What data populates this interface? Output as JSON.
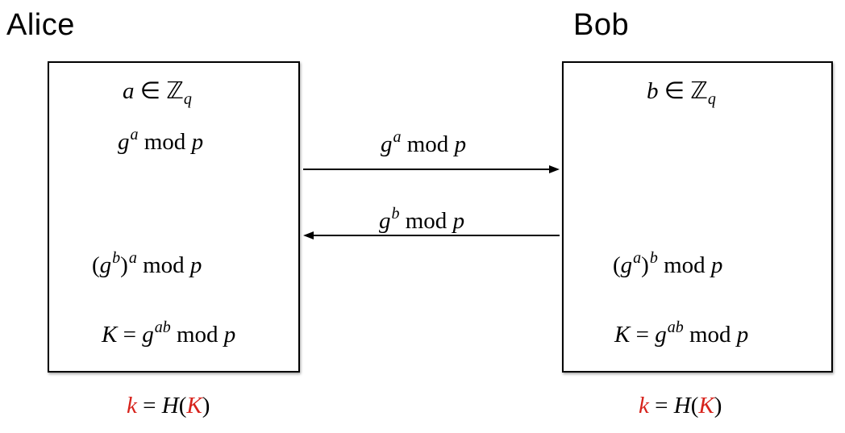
{
  "colors": {
    "accent": "#d7231c"
  },
  "alice": {
    "name": "Alice",
    "secret": {
      "var": "a",
      "rel": "∈",
      "set": "ℤ",
      "sub": "q"
    },
    "public": {
      "base": "g",
      "exp": "a",
      "mod": "mod",
      "p": "p"
    },
    "combine": {
      "open": "(",
      "base": "g",
      "inner_exp": "b",
      "close": ")",
      "outer_exp": "a",
      "mod": "mod",
      "p": "p"
    },
    "key": {
      "K": "K",
      "eq": "=",
      "base": "g",
      "exp": "ab",
      "mod": "mod",
      "p": "p"
    },
    "derive": {
      "k": "k",
      "eq": "=",
      "H": "H",
      "open": "(",
      "K": "K",
      "close": ")"
    }
  },
  "bob": {
    "name": "Bob",
    "secret": {
      "var": "b",
      "rel": "∈",
      "set": "ℤ",
      "sub": "q"
    },
    "combine": {
      "open": "(",
      "base": "g",
      "inner_exp": "a",
      "close": ")",
      "outer_exp": "b",
      "mod": "mod",
      "p": "p"
    },
    "key": {
      "K": "K",
      "eq": "=",
      "base": "g",
      "exp": "ab",
      "mod": "mod",
      "p": "p"
    },
    "derive": {
      "k": "k",
      "eq": "=",
      "H": "H",
      "open": "(",
      "K": "K",
      "close": ")"
    }
  },
  "messages": {
    "to_bob": {
      "base": "g",
      "exp": "a",
      "mod": "mod",
      "p": "p"
    },
    "to_alice": {
      "base": "g",
      "exp": "b",
      "mod": "mod",
      "p": "p"
    }
  }
}
